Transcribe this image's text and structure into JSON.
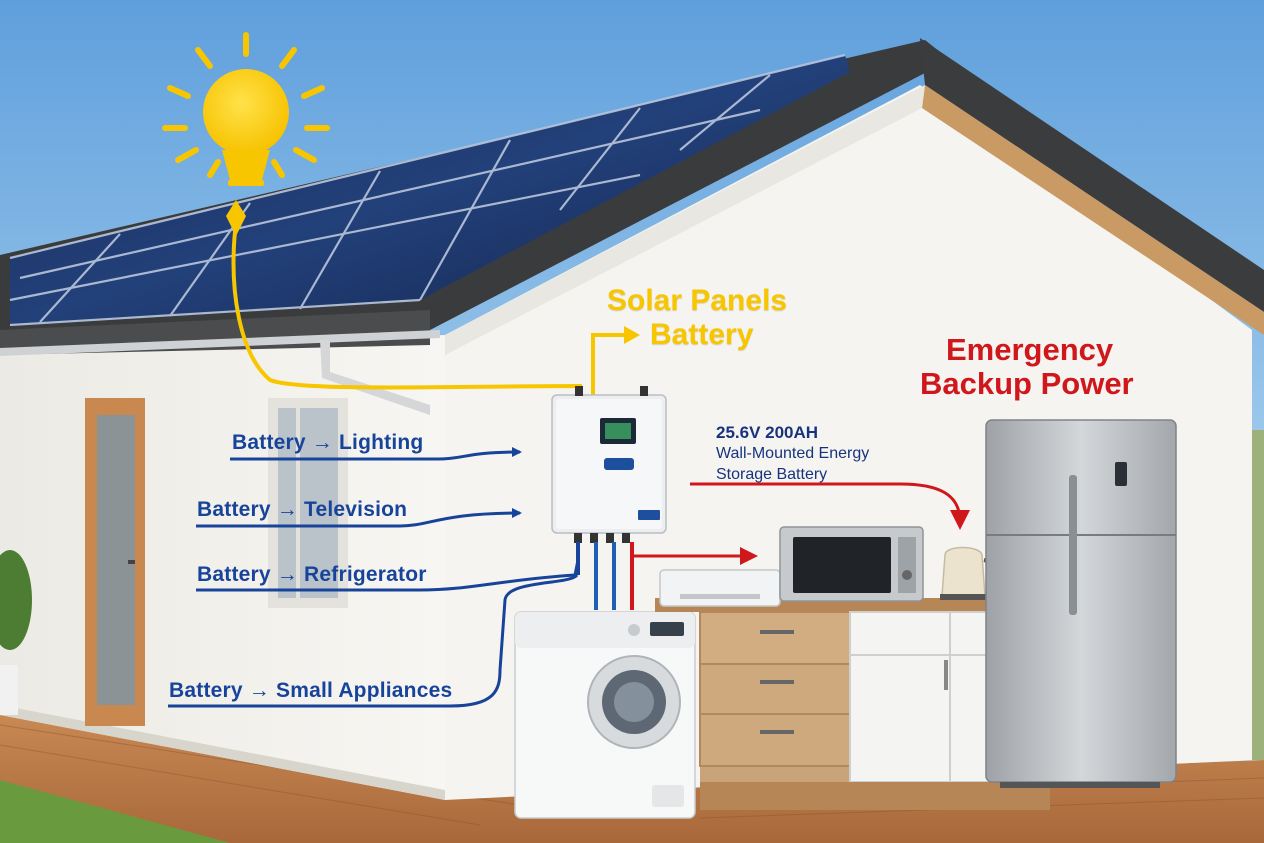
{
  "annotations": {
    "solar_line1": "Solar Panels",
    "solar_line2": "Battery",
    "emergency_line1": "Emergency",
    "emergency_line2": "Backup Power",
    "spec_line1": "25.6V 200AH",
    "spec_line2": "Wall-Mounted Energy",
    "spec_line3": "Storage Battery"
  },
  "flows": [
    {
      "label": "Battery → Lighting"
    },
    {
      "label": "Battery → Television"
    },
    {
      "label": "Battery → Refrigerator"
    },
    {
      "label": "Battery → Small Appliances"
    }
  ],
  "colors": {
    "solar_yellow": "#f7c600",
    "flow_blue": "#17449a",
    "emergency_red": "#d0171b",
    "sky": "#8fc0ea",
    "wall": "#f4f3ef"
  },
  "icons": [
    "sun-lightbulb-icon",
    "solar-panel-array",
    "battery-inverter",
    "washing-machine",
    "microwave",
    "kettle",
    "refrigerator",
    "toaster"
  ]
}
